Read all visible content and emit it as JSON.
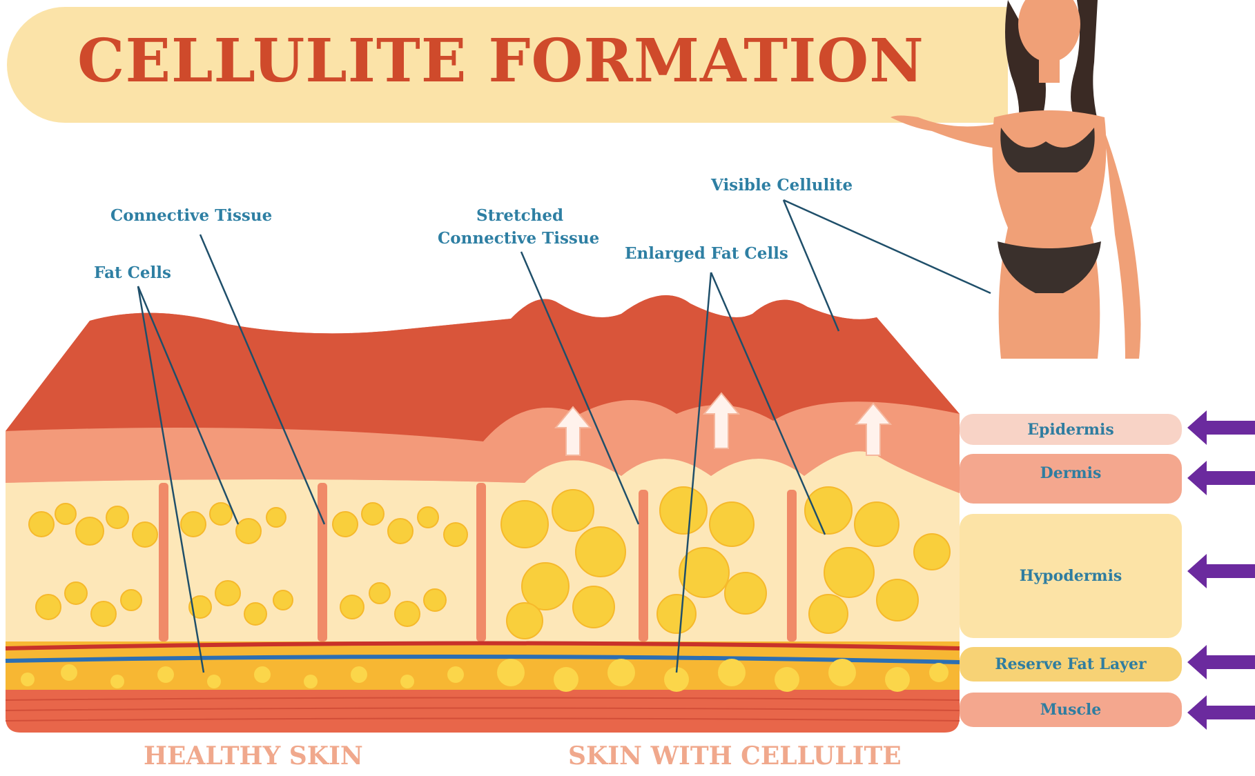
{
  "title": "CELLULITE FORMATION",
  "callouts": {
    "connective_tissue": "Connective Tissue",
    "fat_cells": "Fat Cells",
    "stretched_line1": "Stretched",
    "stretched_line2": "Connective Tissue",
    "enlarged_fat_cells": "Enlarged Fat Cells",
    "visible_cellulite": "Visible Cellulite"
  },
  "layers": [
    "Epidermis",
    "Dermis",
    "Hypodermis",
    "Reserve Fat Layer",
    "Muscle"
  ],
  "sections": {
    "healthy": "HEALTHY SKIN",
    "cellulite": "SKIN WITH CELLULITE"
  },
  "colors": {
    "title": "#cf4a2b",
    "banner": "#fbe3a8",
    "callout_text": "#2e7fa3",
    "epidermis": "#cf5a3a",
    "dermis": "#f39a7a",
    "hypodermis": "#fde2ac",
    "fat_cell": "#f9cf3c",
    "reserve_fat": "#f7b733",
    "muscle": "#e8664a",
    "arrow": "#6b2a9e"
  },
  "icons": [
    "woman-figure-icon",
    "up-arrow-icon",
    "purple-arrow-icon"
  ]
}
